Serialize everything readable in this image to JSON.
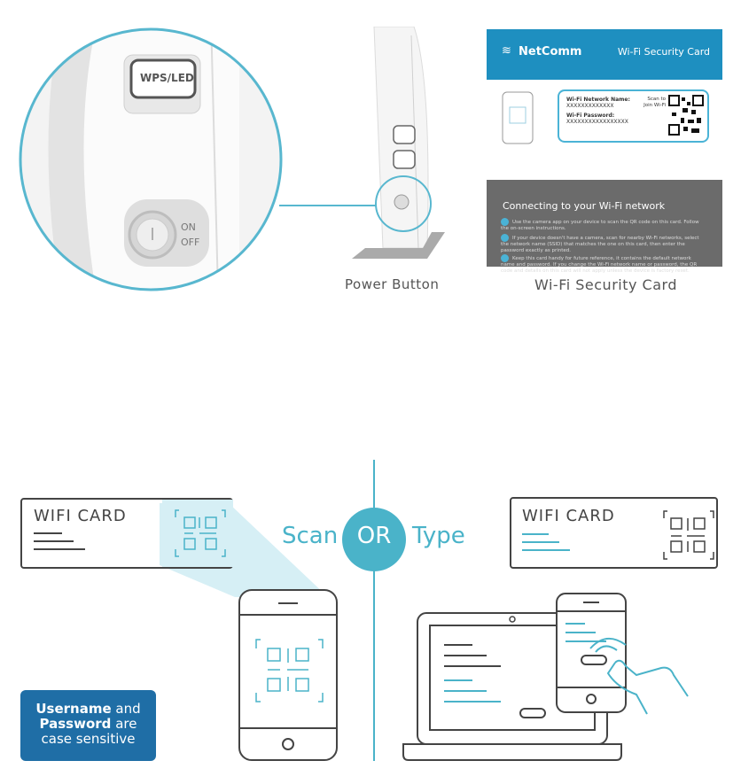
{
  "top": {
    "zoom_buttons": {
      "wps_led": "WPS/LED",
      "on": "ON",
      "off": "OFF"
    },
    "power_button_caption": "Power Button",
    "security_card_caption": "Wi-Fi Security Card",
    "security_card": {
      "brand": "NetComm",
      "title": "Wi-Fi Security Card",
      "network_name_label": "Wi-Fi Network Name:",
      "network_name_value": "XXXXXXXXXXXXX",
      "password_label": "Wi-Fi Password:",
      "password_value": "XXXXXXXXXXXXXXXXX",
      "scan_to_join": "Scan to Join Wi-Fi",
      "connecting_heading": "Connecting to your Wi-Fi network",
      "steps": [
        "Use the camera app on your device to scan the QR code on this card. Follow the on-screen instructions.",
        "If your device doesn't have a camera, scan for nearby Wi-Fi networks, select the network name (SSID) that matches the one on this card, then enter the password exactly as printed.",
        "Keep this card handy for future reference, it contains the default network name and password. If you change the Wi-Fi network name or password, the QR code and details on this card will not apply unless the device is factory reset."
      ]
    }
  },
  "bottom": {
    "left_card_label": "WIFI CARD",
    "right_card_label": "WIFI CARD",
    "scan_word": "Scan",
    "or_word": "OR",
    "type_word": "Type",
    "note": {
      "username": "Username",
      "and": "and",
      "password": "Password",
      "are": "are",
      "case": "case sensitive"
    }
  },
  "colors": {
    "accent": "#4ab3c9",
    "brand_blue": "#1e8fc0",
    "note_blue": "#1f6ea6",
    "line": "#444444"
  }
}
